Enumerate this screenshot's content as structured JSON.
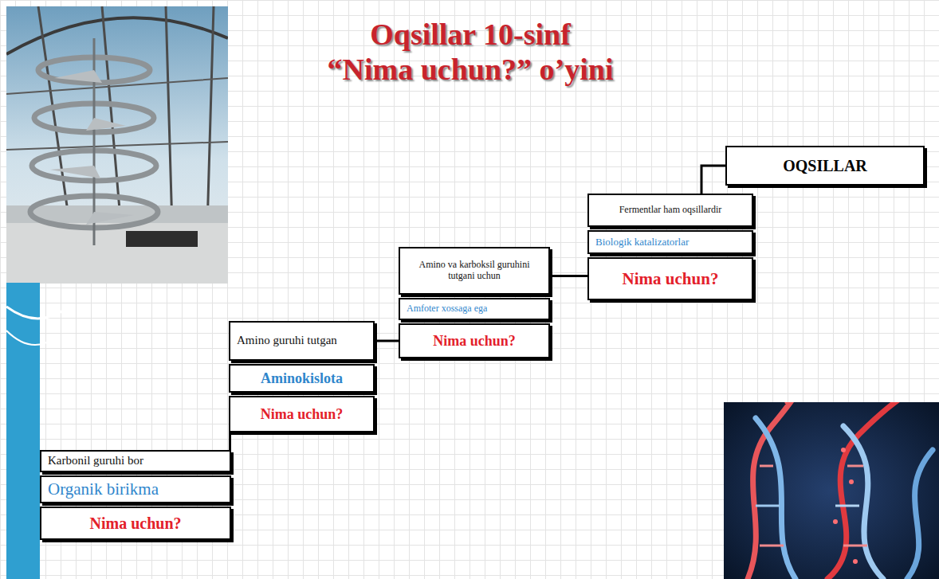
{
  "diagram": {
    "title": "Oqsillar 10-sinf",
    "nodes": [
      {
        "text": [
          "Karbonil guruhi bor"
        ]
      },
      {
        "text": [
          "Organik birikma"
        ]
      },
      {
        "text": [
          "Nima uchun?"
        ]
      },
      {
        "text": [
          "Amino guruhi tutgan"
        ]
      },
      {
        "text": [
          "Aminokislota"
        ]
      },
      {
        "text": [
          "Nima uchun?"
        ]
      },
      {
        "text": [
          "Amino va karboksil guruhini tutgani uchun"
        ]
      },
      {
        "text": [
          "Amfoter xossaga ega"
        ]
      },
      {
        "text": [
          "Nima uchun?"
        ]
      },
      {
        "text": [
          "Fermentlar ham oqsillardir"
        ]
      },
      {
        "text": [
          "Biologik katalizatorlar"
        ]
      },
      {
        "text": [
          "Nima uchun?"
        ]
      },
      {
        "text": [
          "OQSILLAR"
        ]
      }
    ],
    "edges": [
      {
        "from": 0,
        "to": 5,
        "arrow": "none"
      },
      {
        "from": 3,
        "to": 8,
        "arrow": "none"
      },
      {
        "from": 6,
        "to": 11,
        "arrow": "none"
      },
      {
        "from": 9,
        "to": 12,
        "arrow": "none"
      }
    ],
    "labels": [
      "“Nima uchun?” o’yini"
    ]
  }
}
